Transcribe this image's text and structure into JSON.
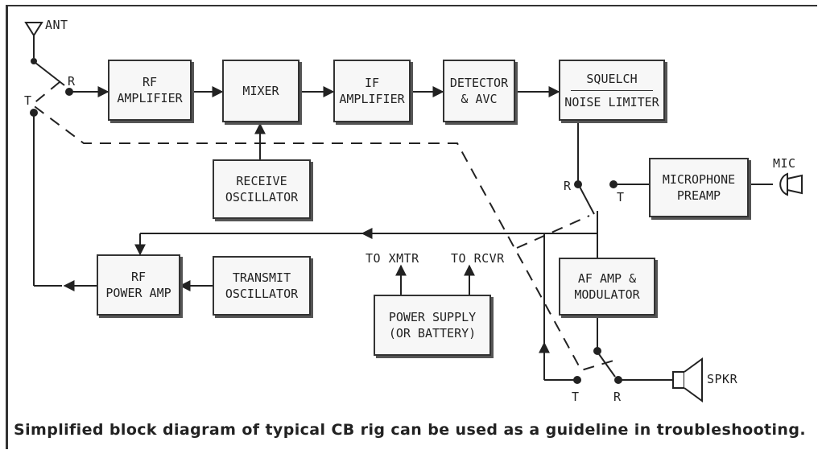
{
  "blocks": {
    "rf_amplifier": [
      "RF",
      "AMPLIFIER"
    ],
    "mixer": [
      "MIXER"
    ],
    "if_amplifier": [
      "IF",
      "AMPLIFIER"
    ],
    "detector": [
      "DETECTOR",
      "& AVC"
    ],
    "squelch": [
      "SQUELCH",
      "NOISE LIMITER"
    ],
    "receive_osc": [
      "RECEIVE",
      "OSCILLATOR"
    ],
    "mic_preamp": [
      "MICROPHONE",
      "PREAMP"
    ],
    "rf_power_amp": [
      "RF",
      "POWER AMP"
    ],
    "transmit_osc": [
      "TRANSMIT",
      "OSCILLATOR"
    ],
    "af_amp": [
      "AF AMP &",
      "MODULATOR"
    ],
    "power_supply": [
      "POWER SUPPLY",
      "(OR BATTERY)"
    ]
  },
  "labels": {
    "ant": "ANT",
    "mic": "MIC",
    "spkr": "SPKR",
    "to_xmtr": "TO XMTR",
    "to_rcvr": "TO RCVR",
    "r": "R",
    "t": "T"
  },
  "caption": "Simplified block diagram of typical CB rig can be used as a guideline in troubleshooting."
}
